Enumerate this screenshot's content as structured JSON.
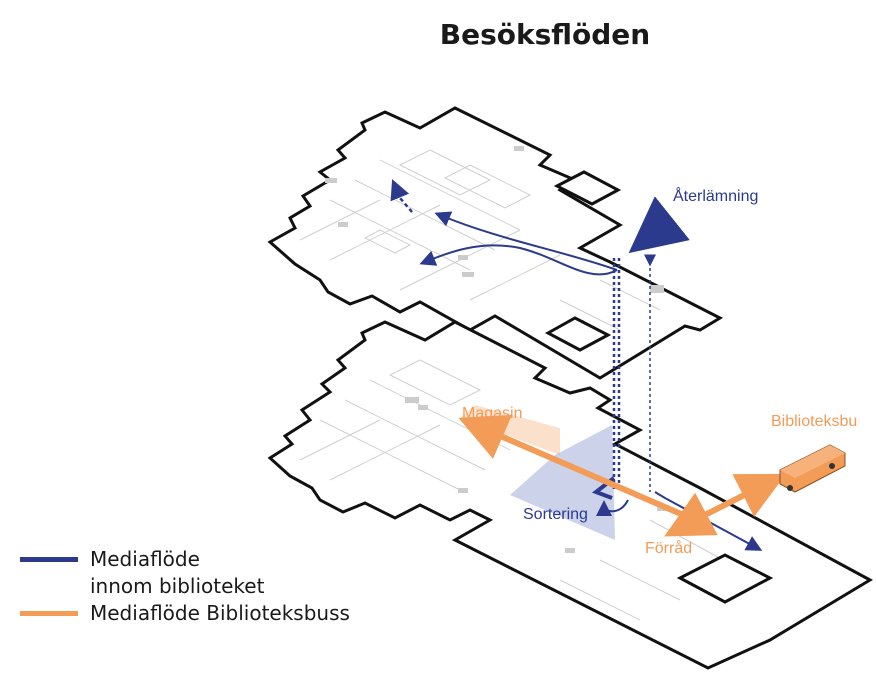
{
  "title": "Besöksflöden",
  "labels": {
    "aterlamning": "Återlämning",
    "magasin": "Magasin",
    "biblioteksbuss": "Biblioteksbu",
    "sortering": "Sortering",
    "forrad": "Förråd"
  },
  "legend": {
    "item1_line1": "Mediaflöde",
    "item1_line2": "innom biblioteket",
    "item2": "Mediaflöde Biblioteksbuss"
  },
  "colors": {
    "blue": "#2b3a8c",
    "orange": "#f39c57",
    "floor_outline": "#111111"
  }
}
